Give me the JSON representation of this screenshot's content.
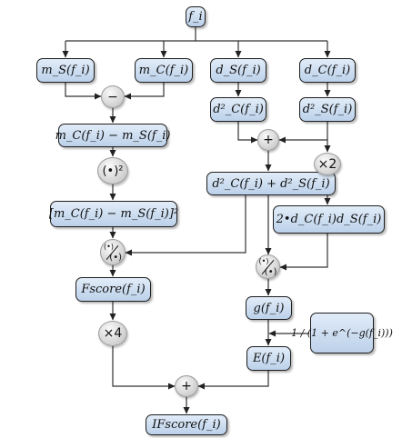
{
  "nodes": {
    "input": "f_i",
    "ms": "m_S(f_i)",
    "mc": "m_C(f_i)",
    "ds": "d_S(f_i)",
    "dc": "d_C(f_i)",
    "dc2": "d²_C(f_i)",
    "ds2": "d²_S(f_i)",
    "diff": "m_C(f_i) − m_S(f_i)",
    "sum_sq": "d²_C(f_i) + d²_S(f_i)",
    "diff_sq": "[m_C(f_i) − m_S(f_i)]²",
    "cross": "2•d_C(f_i)d_S(f_i)",
    "fscore": "Fscore(f_i)",
    "g": "g(f_i)",
    "sigmoid": "1 / (1 + e^(−g(f_i)))",
    "e": "E(f_i)",
    "ifscore": "IFscore(f_i)"
  },
  "operators": {
    "minus": "−",
    "plus": "+",
    "square": "(•)²",
    "times2": "×2",
    "div_num": "(•)",
    "div_den": "(•)",
    "times4": "×4",
    "plus_final": "+"
  }
}
